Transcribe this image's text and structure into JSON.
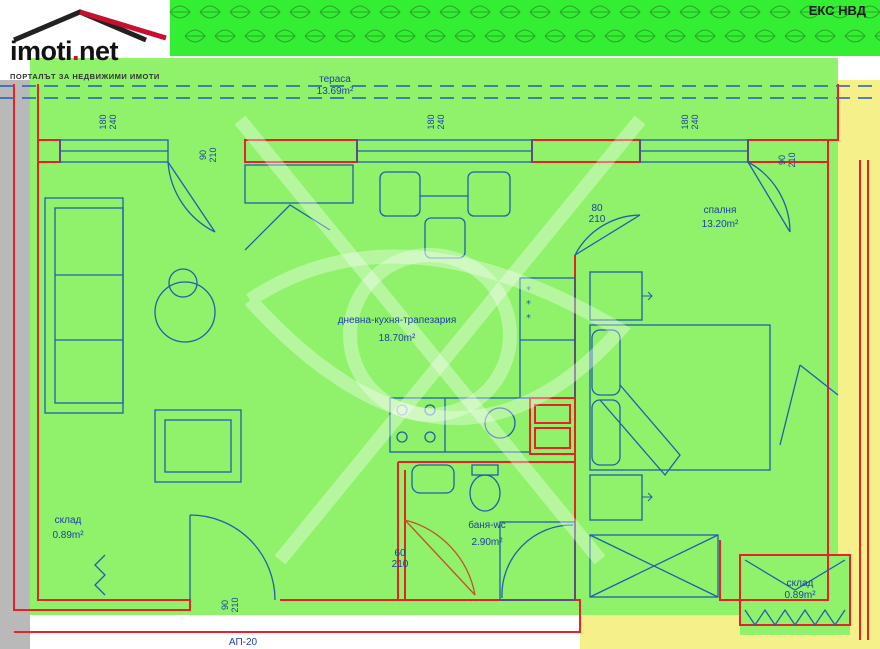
{
  "logo": {
    "title_main": "imoti",
    "title_dot": ".",
    "title_tld": "net",
    "tagline": "ПОРТАЛЪТ ЗА НЕДВИЖИМИ ИМОТИ",
    "house_icon": "house-roof-icon"
  },
  "agency_mark": "ЕКС НВД",
  "rooms": {
    "terrace": {
      "name": "тераса",
      "area": "13.69m²"
    },
    "living": {
      "name": "дневна-кухня-трапезария",
      "area": "18.70m²"
    },
    "bedroom": {
      "name": "спалня",
      "area": "13.20m²"
    },
    "bathroom": {
      "name": "баня-wc",
      "area": "2.90m²"
    },
    "closet_left": {
      "name": "склад",
      "area": "0.89m²"
    },
    "closet_right": {
      "name": "склад",
      "area": "0.89m²"
    }
  },
  "openings": {
    "window_1": {
      "top": "180",
      "bottom": "240"
    },
    "window_2": {
      "top": "180",
      "bottom": "240"
    },
    "window_3": {
      "top": "180",
      "bottom": "240"
    },
    "door_terrace_left": {
      "top": "90",
      "bottom": "210"
    },
    "door_terrace_right": {
      "top": "90",
      "bottom": "210"
    },
    "door_bedroom": {
      "top": "80",
      "bottom": "210"
    },
    "door_bathroom": {
      "top": "60",
      "bottom": "210"
    },
    "door_entrance": {
      "top": "90",
      "bottom": "210"
    }
  },
  "corridor_label": "АП-20",
  "colors": {
    "room_fill": "#8ff26a",
    "hedge": "#33ee33",
    "wall": "#e8202a",
    "furniture": "#1f5fb0",
    "text": "#1c3fa8",
    "neighbor_yellow": "#f6f08a",
    "neighbor_gray": "#b9b9b9"
  }
}
